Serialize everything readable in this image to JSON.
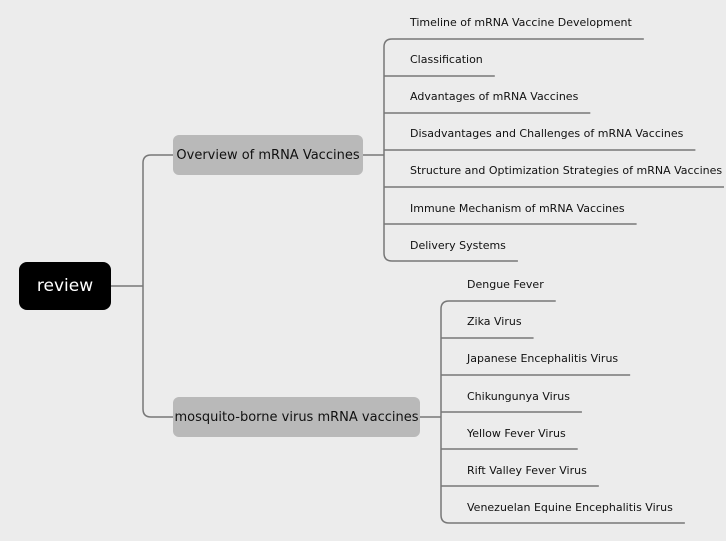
{
  "root": {
    "label": "review"
  },
  "branches": [
    {
      "label": "Overview of mRNA Vaccines",
      "children": [
        "Timeline of mRNA Vaccine Development",
        "Classification",
        "Advantages of mRNA Vaccines",
        "Disadvantages and Challenges of mRNA Vaccines",
        "Structure and Optimization Strategies of mRNA Vaccines",
        "Immune Mechanism of mRNA Vaccines",
        "Delivery Systems"
      ]
    },
    {
      "label": "mosquito-borne virus mRNA vaccines",
      "children": [
        "Dengue Fever",
        "Zika Virus",
        "Japanese Encephalitis Virus",
        "Chikungunya Virus",
        "Yellow Fever Virus",
        "Rift Valley Fever Virus",
        "Venezuelan Equine Encephalitis Virus"
      ]
    }
  ],
  "colors": {
    "background": "#ececec",
    "root_fill": "#000000",
    "branch_fill": "#b9b9b9",
    "connector": "#777777"
  }
}
